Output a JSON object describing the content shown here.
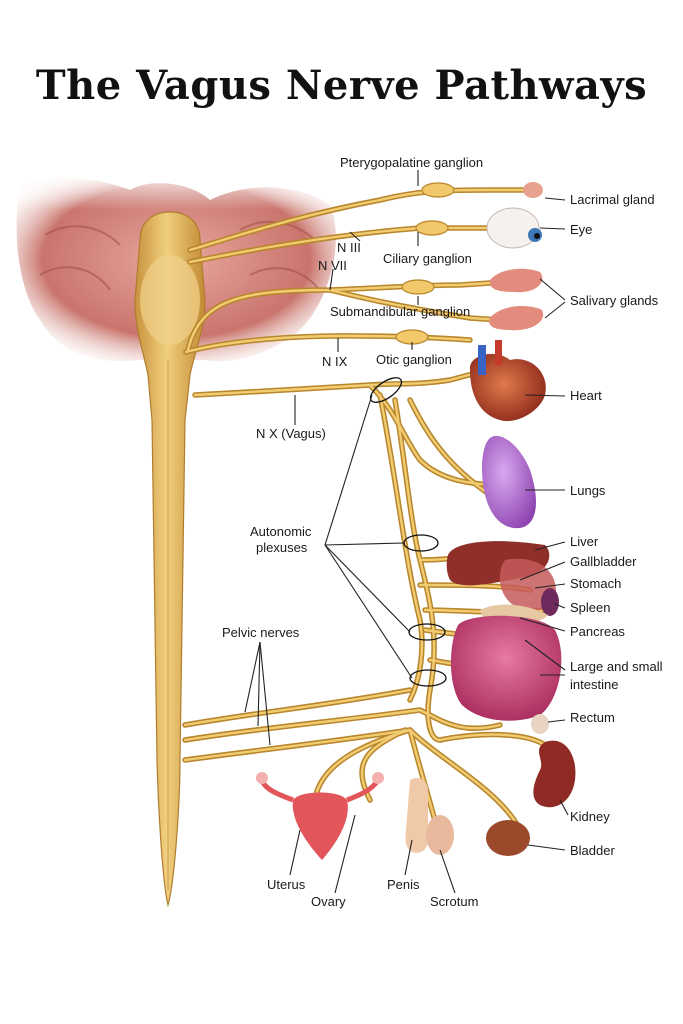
{
  "title": "The Vagus Nerve Pathways",
  "labels": {
    "pterygopalatine": "Pterygopalatine ganglion",
    "lacrimal": "Lacrimal gland",
    "eye": "Eye",
    "n3": "N III",
    "n7": "N VII",
    "ciliary": "Ciliary ganglion",
    "salivary": "Salivary glands",
    "submandibular": "Submandibular ganglion",
    "n9": "N IX",
    "otic": "Otic ganglion",
    "heart": "Heart",
    "vagus": "N X (Vagus)",
    "lungs": "Lungs",
    "autonomic1": "Autonomic",
    "autonomic2": "plexuses",
    "liver": "Liver",
    "gallbladder": "Gallbladder",
    "stomach": "Stomach",
    "spleen": "Spleen",
    "pancreas": "Pancreas",
    "pelvic": "Pelvic nerves",
    "intestine1": "Large and small",
    "intestine2": "intestine",
    "rectum": "Rectum",
    "kidney": "Kidney",
    "bladder": "Bladder",
    "uterus": "Uterus",
    "ovary": "Ovary",
    "penis": "Penis",
    "scrotum": "Scrotum"
  },
  "colors": {
    "nerve": "#b8862c",
    "nerve_core": "#f2cc72",
    "brain": "#c9756d",
    "spinal_cord": "#e3b563",
    "heart": "#b8432b",
    "lungs": "#a45bc4",
    "liver": "#8e2f2a",
    "intestine": "#c13a6a",
    "kidney": "#8f2a24"
  }
}
